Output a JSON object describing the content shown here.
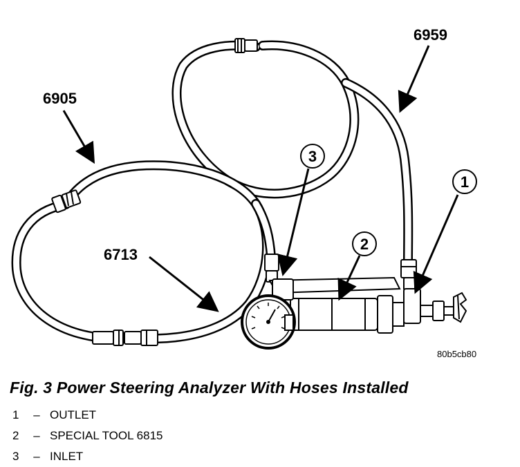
{
  "diagram": {
    "labels": {
      "hose_6905": "6905",
      "hose_6959": "6959",
      "hose_6713": "6713",
      "callout_1": "1",
      "callout_2": "2",
      "callout_3": "3",
      "figure_code": "80b5cb80"
    }
  },
  "caption": "Fig. 3 Power Steering Analyzer With Hoses Installed",
  "legend": [
    {
      "num": "1",
      "dash": "–",
      "text": "OUTLET"
    },
    {
      "num": "2",
      "dash": "–",
      "text": "SPECIAL TOOL 6815"
    },
    {
      "num": "3",
      "dash": "–",
      "text": "INLET"
    }
  ]
}
